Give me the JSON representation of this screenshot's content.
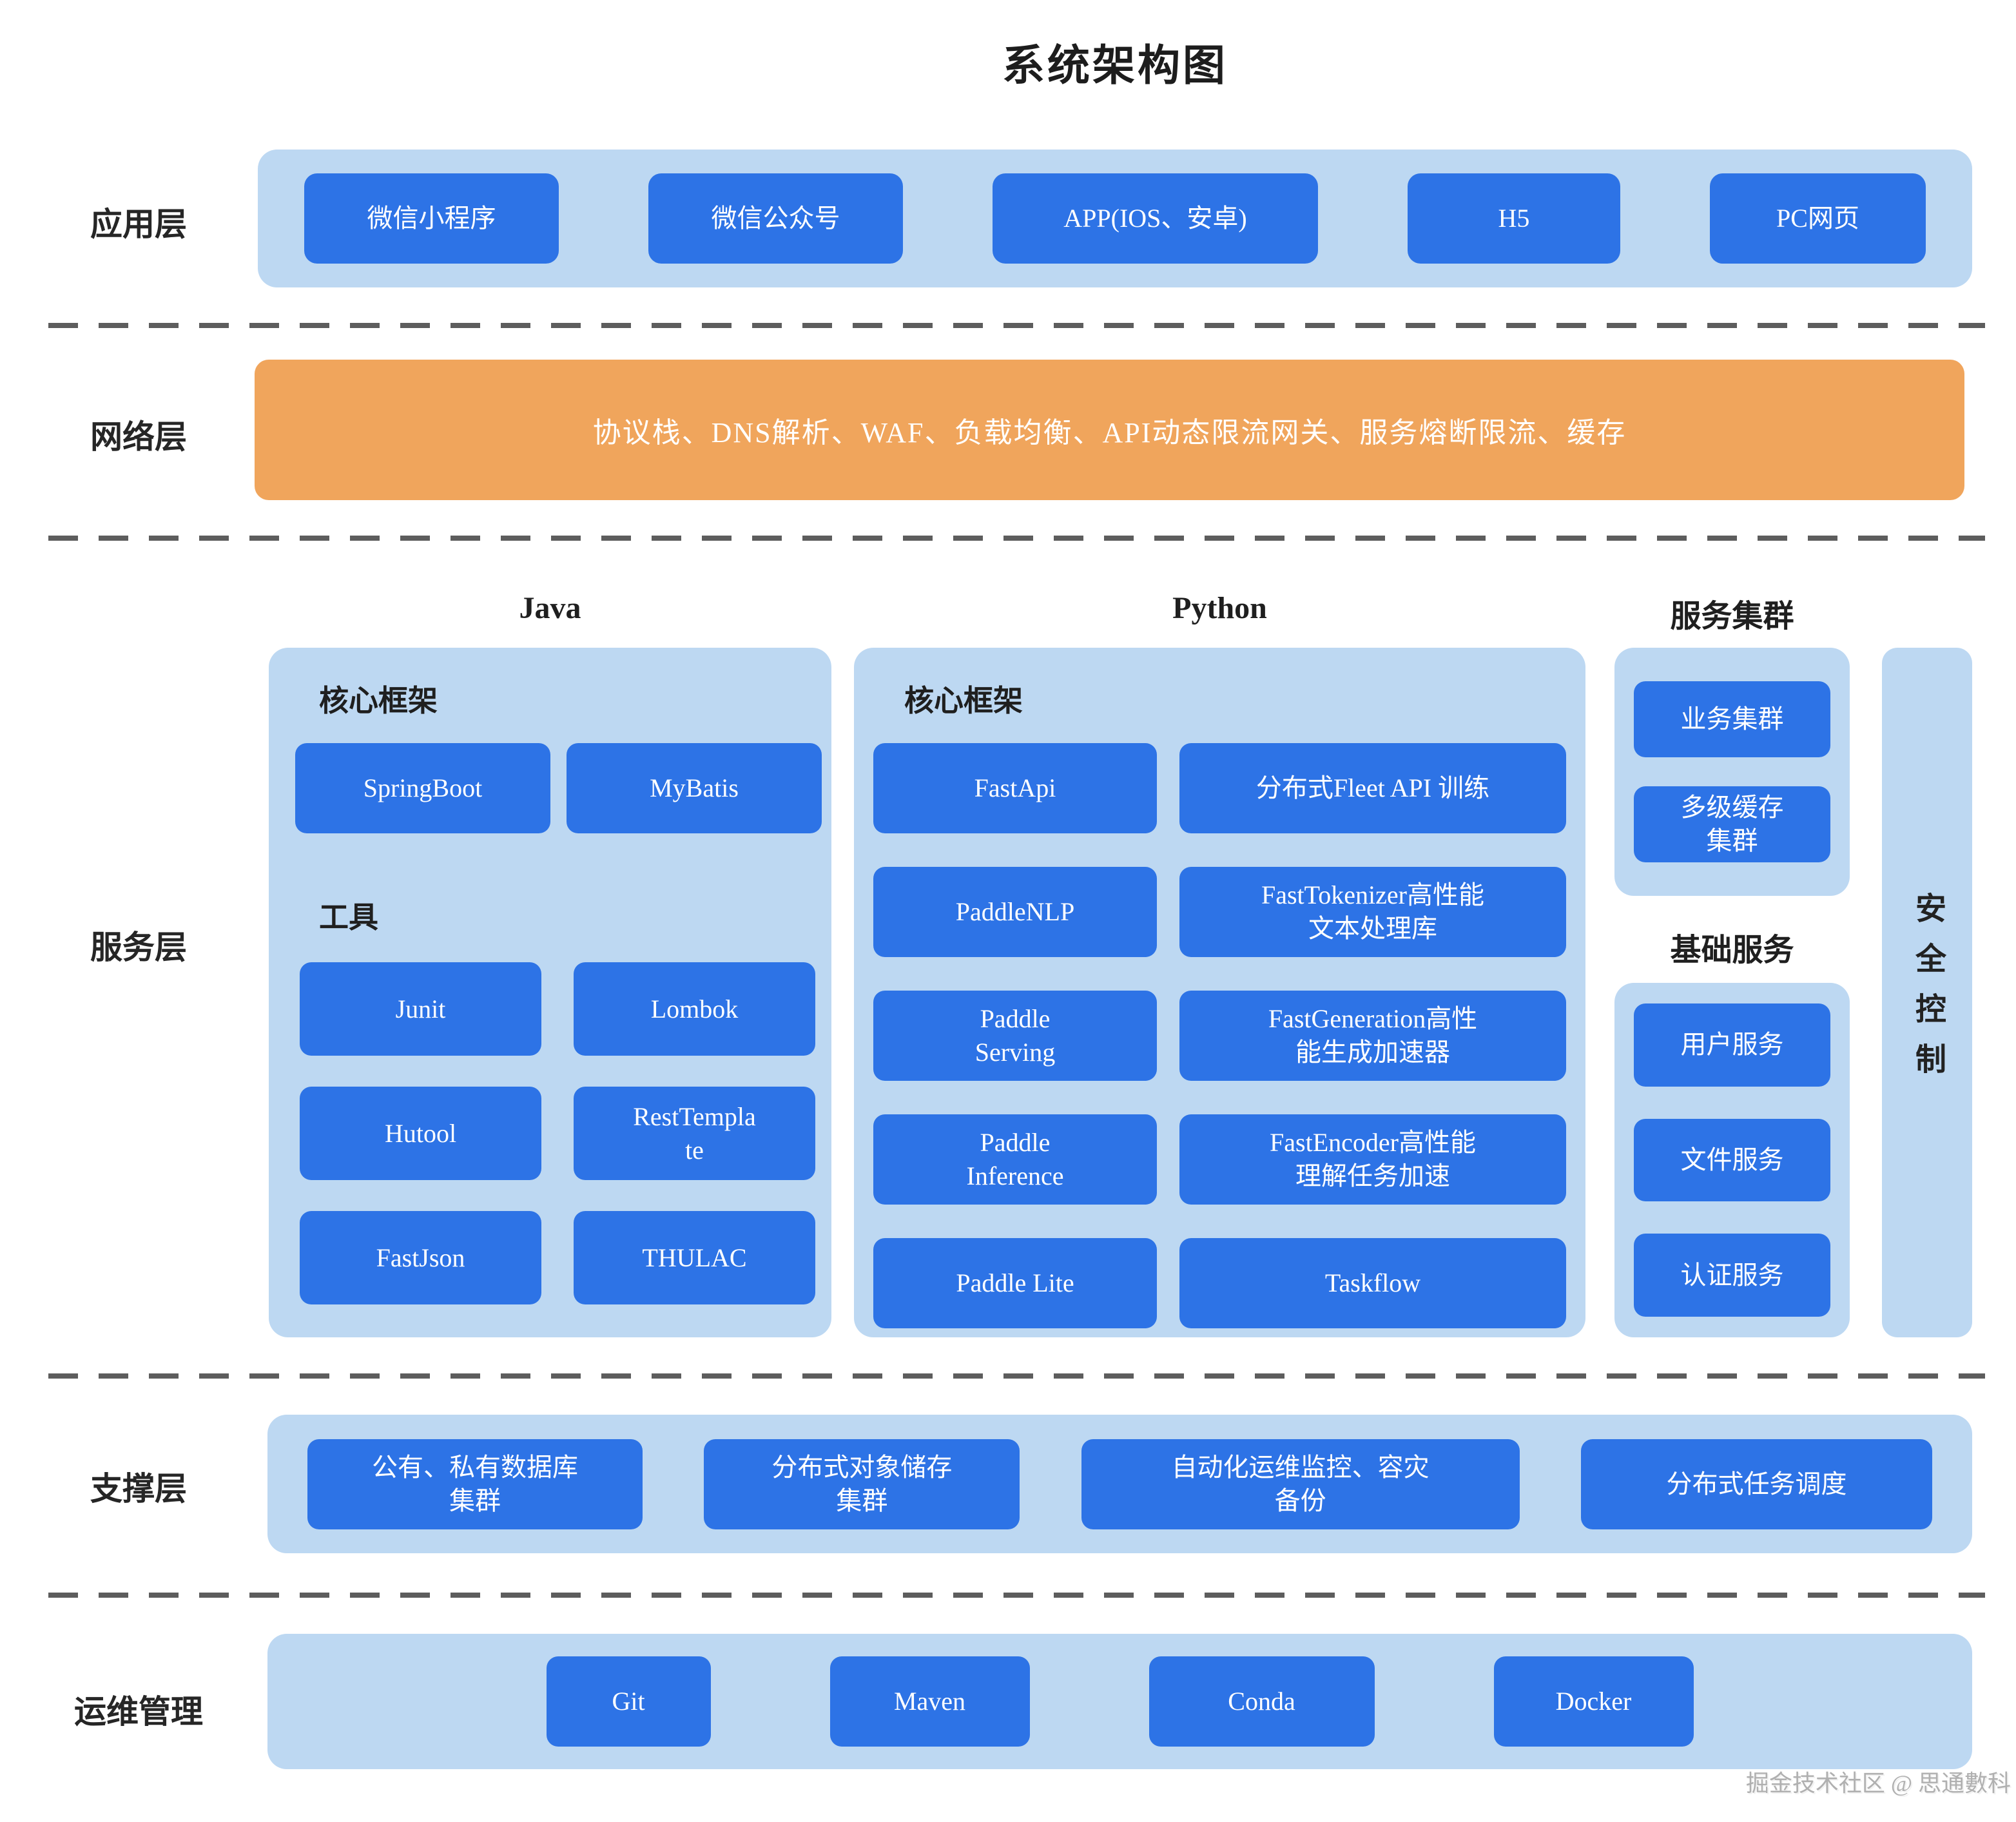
{
  "title": "系统架构图",
  "watermark": "掘金技术社区 @ 思通數科",
  "colors": {
    "panel_light_blue": "#BDD8F2",
    "box_blue": "#2D73E6",
    "network_orange": "#F0A55C",
    "text_dark": "#1f1f1f",
    "text_white": "#ffffff",
    "dash_gray": "#5d5d5d"
  },
  "layers": {
    "application": {
      "label": "应用层",
      "items": [
        "微信小程序",
        "微信公众号",
        "APP(IOS、安卓)",
        "H5",
        "PC网页"
      ]
    },
    "network": {
      "label": "网络层",
      "text": "协议栈、DNS解析、WAF、负载均衡、API动态限流网关、服务熔断限流、缓存"
    },
    "service": {
      "label": "服务层",
      "java": {
        "heading": "Java",
        "core_title": "核心框架",
        "core_items": [
          "SpringBoot",
          "MyBatis"
        ],
        "tools_title": "工具",
        "tools": [
          "Junit",
          "Lombok",
          "Hutool",
          "RestTempla\nte",
          "FastJson",
          "THULAC"
        ]
      },
      "python": {
        "heading": "Python",
        "core_title": "核心框架",
        "items": [
          "FastApi",
          "分布式Fleet API 训练",
          "PaddleNLP",
          "FastTokenizer高性能\n文本处理库",
          "Paddle\nServing",
          "FastGeneration高性\n能生成加速器",
          "Paddle\nInference",
          "FastEncoder高性能\n理解任务加速",
          "Paddle Lite",
          "Taskflow"
        ]
      },
      "clusters": {
        "heading": "服务集群",
        "items": [
          "业务集群",
          "多级缓存\n集群"
        ]
      },
      "basic": {
        "heading": "基础服务",
        "items": [
          "用户服务",
          "文件服务",
          "认证服务"
        ]
      },
      "security": {
        "label": "安全控制"
      }
    },
    "support": {
      "label": "支撑层",
      "items": [
        "公有、私有数据库\n集群",
        "分布式对象储存\n集群",
        "自动化运维监控、容灾\n备份",
        "分布式任务调度"
      ]
    },
    "ops": {
      "label": "运维管理",
      "items": [
        "Git",
        "Maven",
        "Conda",
        "Docker"
      ]
    }
  }
}
